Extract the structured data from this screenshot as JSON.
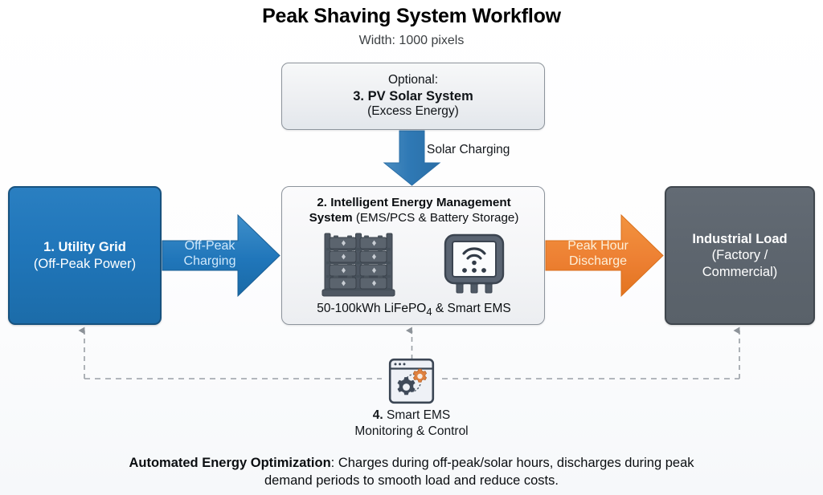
{
  "header": {
    "title": "Peak Shaving System Workflow",
    "subtitle": "Width: 1000 pixels"
  },
  "nodes": {
    "utility_grid": {
      "line1": "1. Utility Grid",
      "line2": "(Off-Peak Power)",
      "color": "#2076ba",
      "border": "#17527f",
      "text_color": "#ffffff"
    },
    "pv_solar": {
      "line1": "Optional:",
      "line2": "3. PV Solar System",
      "line3": "(Excess Energy)",
      "color": "#ecedf0",
      "border": "#8d949c"
    },
    "ems": {
      "heading_bold": "2. Intelligent Energy Management System",
      "heading_rest": "(EMS/PCS & Battery Storage)",
      "heading_line1_bold": "2. Intelligent Energy Management",
      "heading_line2_bold": "System",
      "heading_line2_rest": "(EMS/PCS & Battery Storage)",
      "footer": "50-100kWh LiFePO₄ & Smart EMS",
      "footer_pre": "50-100kWh LiFePO",
      "footer_sub": "4",
      "footer_post": " & Smart EMS",
      "color": "#f4f5f7",
      "border": "#8d949c",
      "battery_icon": "battery-rack-icon",
      "controller_icon": "ems-controller-icon"
    },
    "industrial_load": {
      "line1": "Industrial Load",
      "line2": "(Factory /",
      "line3": "Commercial)",
      "color": "#5d656e",
      "border": "#3f464d",
      "text_color": "#ffffff"
    },
    "smart_ems": {
      "line1_bold": "4.",
      "line1_rest": " Smart EMS",
      "line2": "Monitoring & Control",
      "icon": "gears-monitor-icon"
    }
  },
  "arrows": {
    "off_peak": {
      "label_line1": "Off-Peak",
      "label_line2": "Charging",
      "color": "#2076ba",
      "label_color": "#cfe8fb"
    },
    "peak_hour": {
      "label_line1": "Peak Hour",
      "label_line2": "Discharge",
      "color": "#ed8033",
      "label_color": "#fdf0d9"
    },
    "solar_charging": {
      "label": "Solar Charging",
      "color": "#2f79b5",
      "label_color": "#14181c"
    },
    "feedback": {
      "color": "#9aa0a6",
      "style": "dashed"
    }
  },
  "footer": {
    "caption_bold": "Automated Energy Optimization",
    "caption_rest": ": Charges during off-peak/solar hours, discharges during peak",
    "caption_line2": "demand periods to smooth load and reduce costs."
  }
}
